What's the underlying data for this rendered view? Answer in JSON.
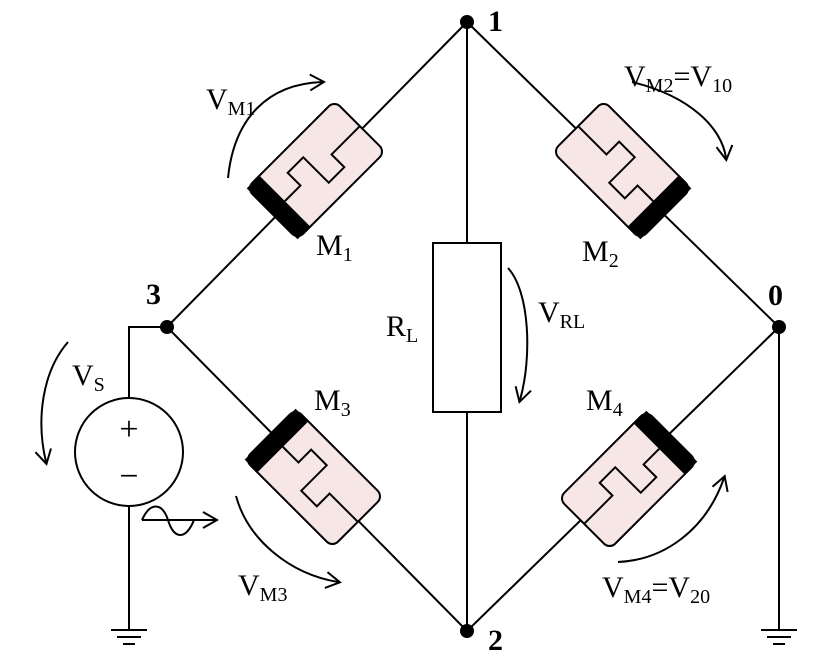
{
  "colors": {
    "wire": "#000000",
    "memristor_fill": "#f7e6e6",
    "memristor_band": "#000000",
    "background": "#ffffff"
  },
  "nodes": [
    {
      "id": "node-1",
      "label": "1"
    },
    {
      "id": "node-2",
      "label": "2"
    },
    {
      "id": "node-3",
      "label": "3"
    },
    {
      "id": "node-0",
      "label": "0"
    }
  ],
  "memristors": [
    {
      "id": "m1",
      "name": "M",
      "sub": "1"
    },
    {
      "id": "m2",
      "name": "M",
      "sub": "2"
    },
    {
      "id": "m3",
      "name": "M",
      "sub": "3"
    },
    {
      "id": "m4",
      "name": "M",
      "sub": "4"
    }
  ],
  "voltages": {
    "vm1": {
      "main": "V",
      "sub": "M1"
    },
    "vm2": {
      "main": "V",
      "sub": "M2",
      "eq": "=V",
      "sub2": "10"
    },
    "vm3": {
      "main": "V",
      "sub": "M3"
    },
    "vm4": {
      "main": "V",
      "sub": "M4",
      "eq": "=V",
      "sub2": "20"
    },
    "vrl": {
      "main": "V",
      "sub": "RL"
    },
    "vs": {
      "main": "V",
      "sub": "S"
    }
  },
  "resistor": {
    "main": "R",
    "sub": "L"
  },
  "source": {
    "plus": "+",
    "minus": "−"
  },
  "icons": [
    "ground-icon",
    "sine-wave-icon",
    "arrow-icon"
  ]
}
